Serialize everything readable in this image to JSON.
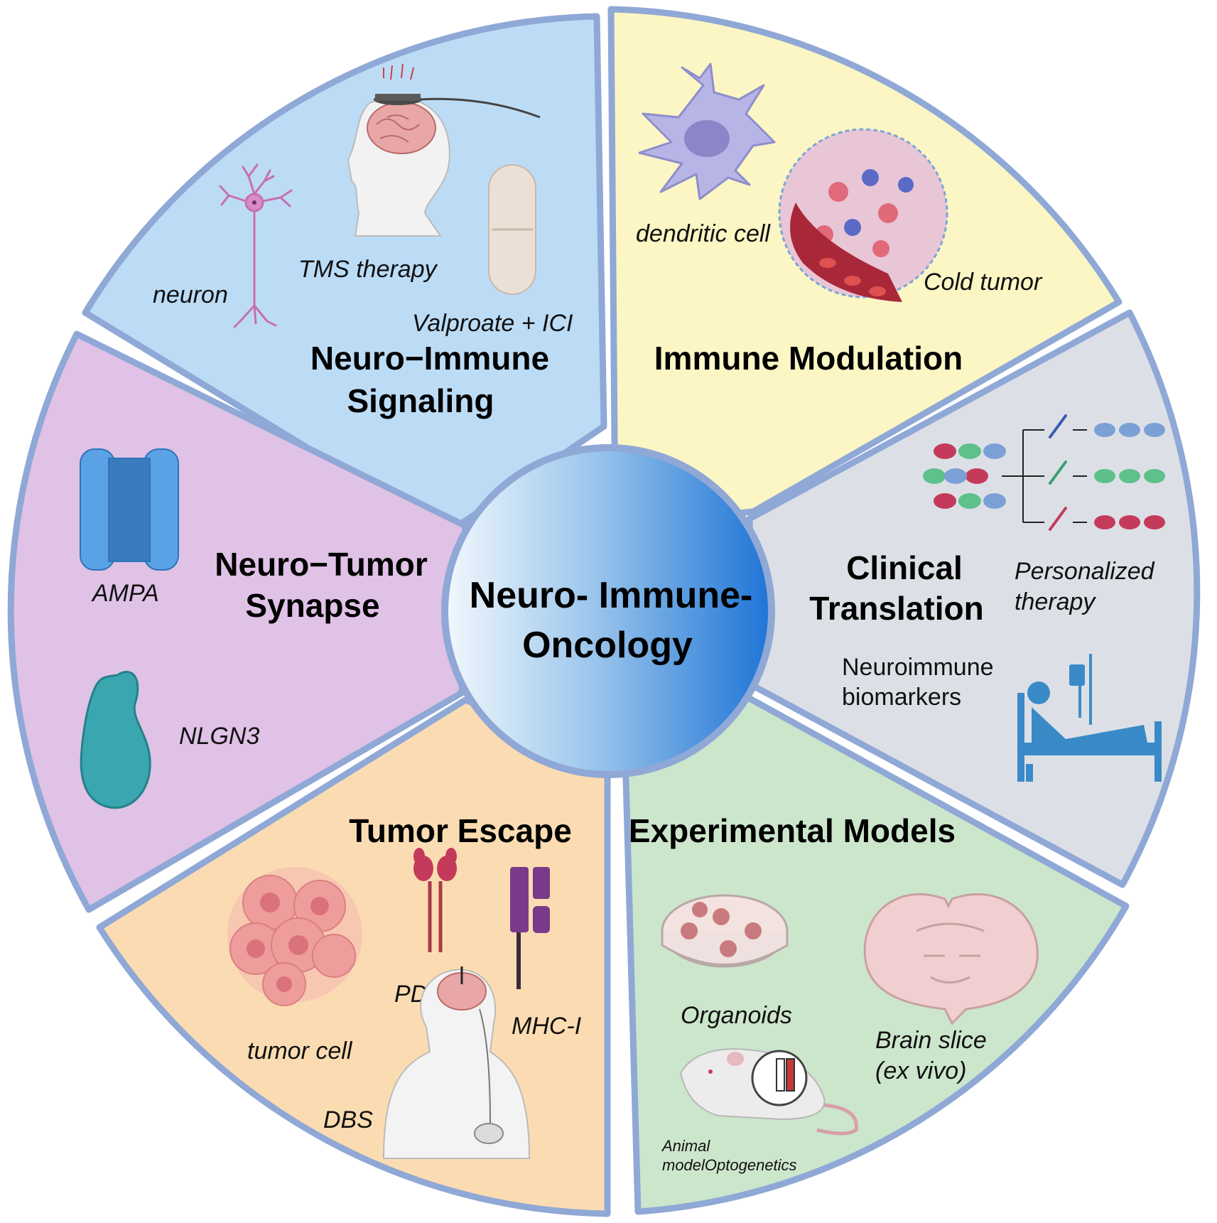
{
  "center": {
    "line1": "Neuro- Immune-",
    "line2": "Oncology"
  },
  "sectors": {
    "neuro_immune": {
      "title1": "Neuro−Immune",
      "title2": "Signaling",
      "labels": {
        "neuron": "neuron",
        "tms": "TMS therapy",
        "valproate": "Valproate + ICI"
      },
      "color": "#bcdcf6"
    },
    "immune_mod": {
      "title": "Immune Modulation",
      "labels": {
        "dendritic": "dendritic cell",
        "cold": "Cold tumor"
      },
      "color": "#fbf6c4"
    },
    "clinical": {
      "title1": "Clinical",
      "title2": "Translation",
      "labels": {
        "personalized1": "Personalized",
        "personalized2": "therapy",
        "bio1": "Neuroimmune",
        "bio2": "biomarkers"
      },
      "color": "#dce0e6"
    },
    "experimental": {
      "title": "Experimental Models",
      "labels": {
        "organoids": "Organoids",
        "brain1": "Brain slice",
        "brain2": "(ex vivo)",
        "animal1": "Animal",
        "animal2": "modelOptogenetics"
      },
      "color": "#cce6cc"
    },
    "escape": {
      "title": "Tumor Escape",
      "labels": {
        "tumor": "tumor cell",
        "pdl1": "PD-L1",
        "mhc": "MHC-I",
        "dbs": "DBS"
      },
      "color": "#fbdcb2"
    },
    "synapse": {
      "title1": "Neuro−Tumor",
      "title2": "Synapse",
      "labels": {
        "ampa": "AMPA",
        "nlgn3": "NLGN3"
      },
      "color": "#dfc2e6"
    }
  },
  "border_color": "#8fa8d6",
  "icons": [
    "neuron-icon",
    "tms-head-icon",
    "pill-icon",
    "dendritic-cell-icon",
    "cold-tumor-icon",
    "mice-icon",
    "syringe-icon",
    "patient-bed-icon",
    "petri-dish-icon",
    "brain-slice-icon",
    "rat-icon",
    "tumor-cell-icon",
    "pdl1-icon",
    "mhc-icon",
    "dbs-icon",
    "ampa-icon",
    "nlgn3-icon"
  ]
}
